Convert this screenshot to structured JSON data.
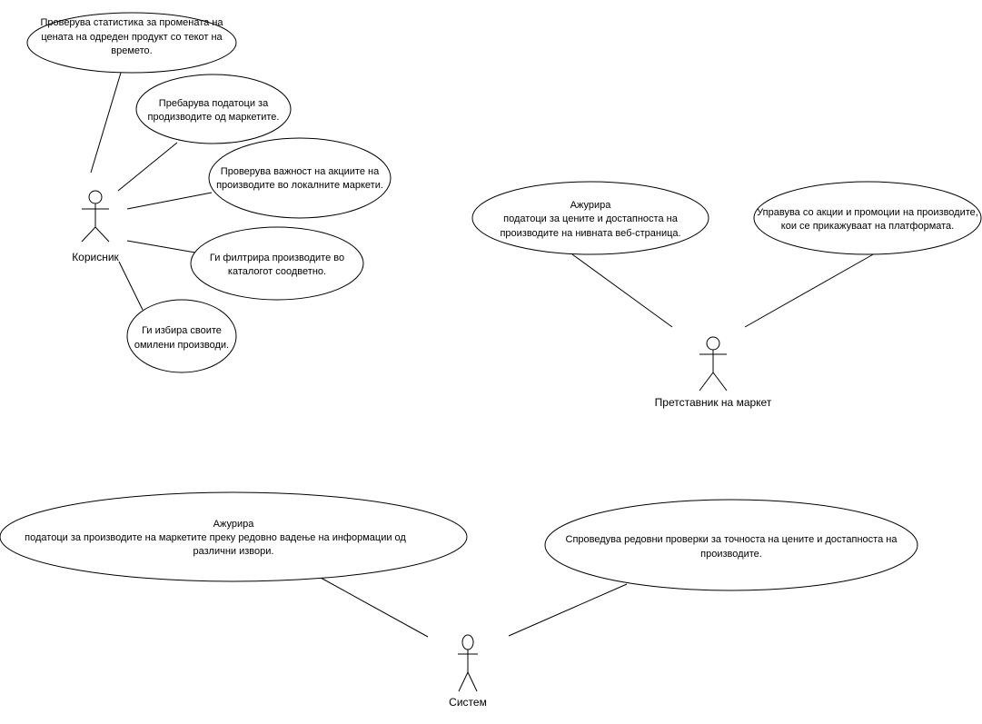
{
  "actors": {
    "user": "Корисник",
    "market_rep": "Претставник на маркет",
    "system": "Систем"
  },
  "user_cases": [
    [
      "Проверува статистика за промената на",
      "цената на одреден продукт со текот на",
      "времето."
    ],
    [
      "Пребарува податоци за",
      "продизводите од маркетите."
    ],
    [
      "Проверува важност на акциите на",
      "производите во локалните маркети."
    ],
    [
      "Ги филтрира производите во",
      "каталогот соодветно."
    ],
    [
      "Ги избира своите",
      "омилени производи."
    ]
  ],
  "market_cases": [
    [
      "Ажурира",
      "податоци за цените и достапноста на",
      "производите на нивната веб-страница."
    ],
    [
      "Управува со акции и промоции на производите,",
      "кои се прикажуваат на платформата."
    ]
  ],
  "system_cases": [
    [
      "Ажурира",
      "податоци за производите на маркетите преку редовно вадење на информации од",
      "различни извори."
    ],
    [
      "Спроведува редовни проверки за точноста на цените и достапноста на",
      "производите."
    ]
  ]
}
